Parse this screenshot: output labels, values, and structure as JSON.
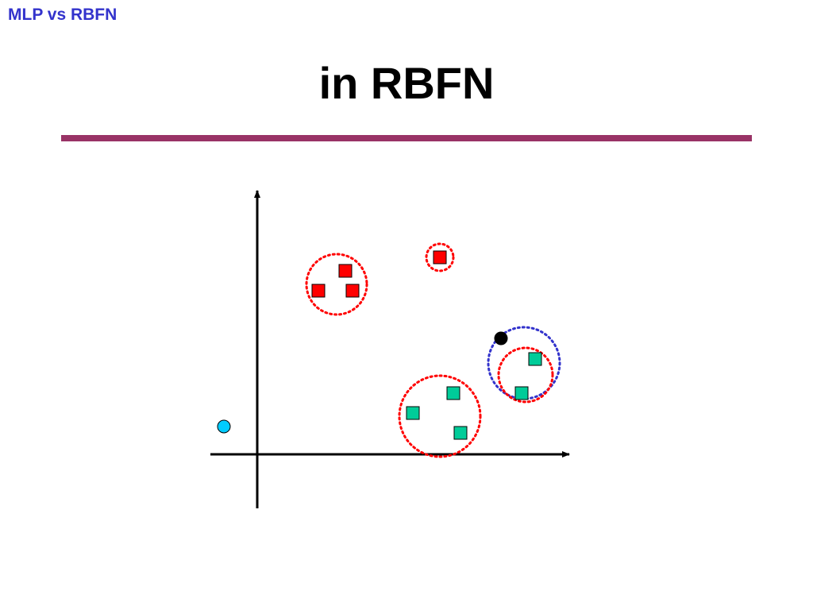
{
  "header": {
    "label": "MLP vs RBFN"
  },
  "title": {
    "text": "in RBFN"
  },
  "colors": {
    "header_text": "#3333cc",
    "title_rule": "#993366",
    "class_a_fill": "#ff0000",
    "class_b_fill": "#00cc99",
    "test_point_fill": "#00ccff",
    "query_point_fill": "#000000",
    "cluster_ring_red": "#ff0000",
    "cluster_ring_blue": "#3333cc",
    "axis": "#000000"
  },
  "diagram": {
    "axes": [
      "x-axis",
      "y-axis"
    ],
    "red_clusters": 2,
    "teal_clusters": 2
  }
}
